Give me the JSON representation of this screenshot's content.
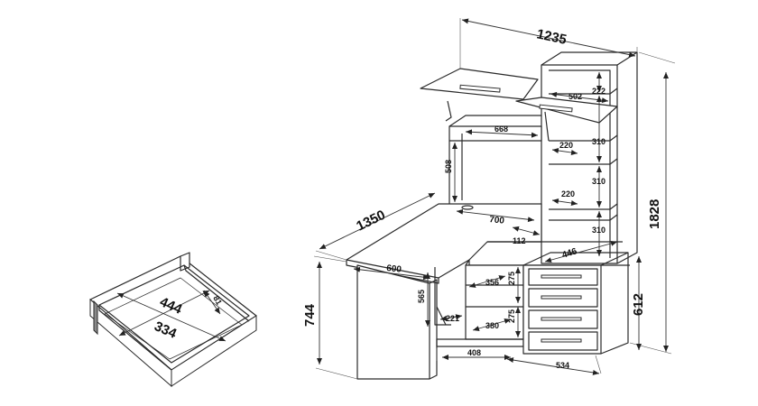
{
  "drawer": {
    "width": "444",
    "depth": "334",
    "height": "81"
  },
  "desk": {
    "overall_width": "1235",
    "overall_height": "1828",
    "desk_depth": "1350",
    "desk_height": "744",
    "cabinet_height": "612",
    "top_shelf_depth": "502",
    "upper_shelf_width": "668",
    "upper_shelf_height": "508",
    "shelf_gaps": [
      "222",
      "310",
      "310",
      "310"
    ],
    "shelf_depths": [
      "220",
      "220"
    ],
    "table_top_width": "700",
    "table_top_front": "600",
    "corner_offset": "112",
    "cabinet_depth": "446",
    "leg_height": "565",
    "leg_offset": "221",
    "inner_shelf_depth": "356",
    "inner_gaps": [
      "275",
      "275"
    ],
    "inner_depth": "380",
    "base_left": "408",
    "base_right": "534"
  },
  "arrow_marker": "arrowhead"
}
